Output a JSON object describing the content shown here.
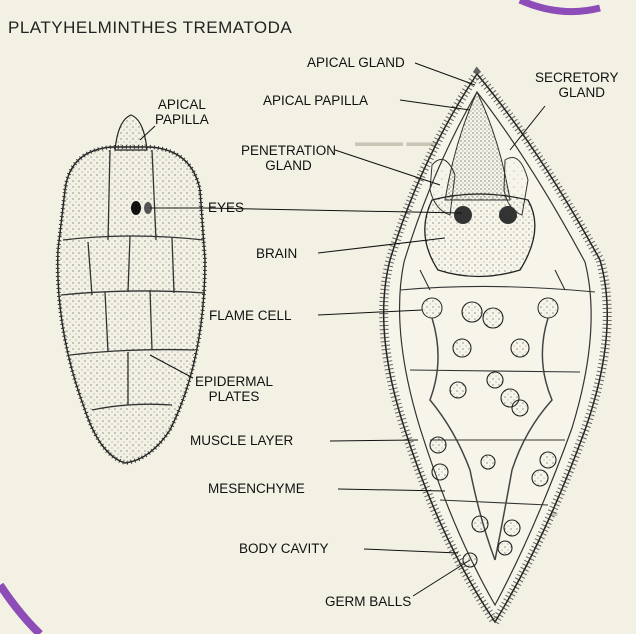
{
  "title": "PLATYHELMINTHES TREMATODA",
  "labels": {
    "apical_gland": "APICAL GLAND",
    "secretory_gland_1": "SECRETORY",
    "secretory_gland_2": "GLAND",
    "apical_papilla_left_1": "APICAL",
    "apical_papilla_left_2": "PAPILLA",
    "apical_papilla_center": "APICAL PAPILLA",
    "penetration_gland_1": "PENETRATION",
    "penetration_gland_2": "GLAND",
    "eyes": "EYES",
    "brain": "BRAIN",
    "flame_cell": "FLAME CELL",
    "epidermal_plates_1": "EPIDERMAL",
    "epidermal_plates_2": "PLATES",
    "muscle_layer": "MUSCLE LAYER",
    "mesenchyme": "MESENCHYME",
    "body_cavity": "BODY CAVITY",
    "germ_balls": "GERM BALLS"
  },
  "colors": {
    "background": "#f3f1e4",
    "ink": "#1a1a1a",
    "accent": "#7b3fa8"
  }
}
